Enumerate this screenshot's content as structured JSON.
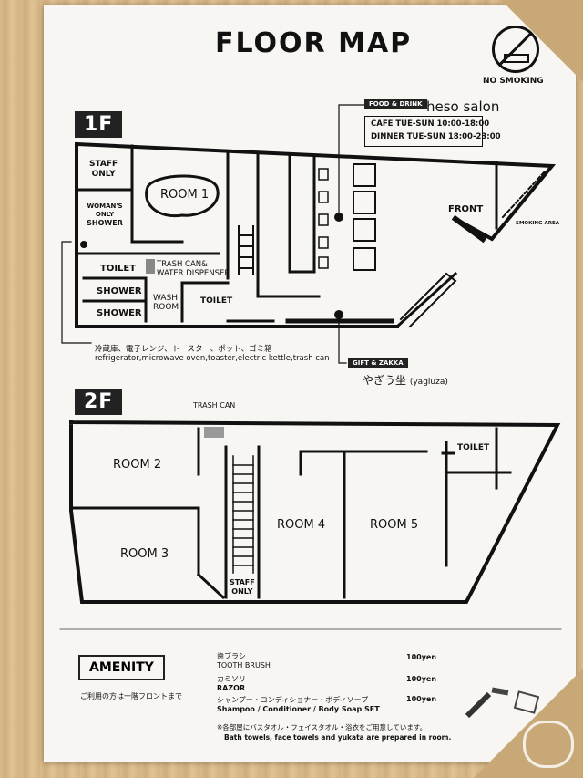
{
  "title": "FLOOR MAP",
  "no_smoking": "NO SMOKING",
  "floor1": {
    "badge": "1F",
    "food_tag": "FOOD & DRINK",
    "salon_name": "heso salon",
    "cafe_hours": "CAFE TUE-SUN 10:00-18:00",
    "dinner_hours": "DINNER TUE-SUN 18:00-23:00",
    "rooms": {
      "staff_only": [
        "STAFF",
        "ONLY"
      ],
      "room1": "ROOM 1",
      "womans_shower": [
        "WOMAN'S",
        "ONLY",
        "SHOWER"
      ],
      "toilet_left": "TOILET",
      "trash_water": [
        "TRASH CAN&",
        "WATER DISPENSER"
      ],
      "shower_1": "SHOWER",
      "shower_2": "SHOWER",
      "wash_room": [
        "WASH",
        "ROOM"
      ],
      "toilet_mid": "TOILET",
      "front": "FRONT",
      "smoking_area": "SMOKING AREA"
    },
    "appliances_jp": "冷蔵庫、電子レンジ、トースター、ポット、ゴミ箱",
    "appliances_en": "refrigerator,microwave oven,toaster,electric kettle,trash can",
    "gift_tag": "GIFT & ZAKKA",
    "gift_name": "やぎう坐",
    "gift_name_romaji": "(yagiuza)"
  },
  "floor2": {
    "badge": "2F",
    "trash_can": "TRASH CAN",
    "room2": "ROOM 2",
    "room3": "ROOM 3",
    "room4": "ROOM 4",
    "room5": "ROOM 5",
    "toilet": "TOILET",
    "staff_only": [
      "STAFF",
      "ONLY"
    ]
  },
  "amenity": {
    "title": "AMENITY",
    "note_jp": "ご利用の方は一階フロントまで",
    "items": [
      {
        "jp": "歯ブラシ",
        "en": "TOOTH BRUSH",
        "price": "100yen"
      },
      {
        "jp": "カミソリ",
        "en": "RAZOR",
        "price": "100yen"
      },
      {
        "jp": "シャンプー・コンディショナー・ボディソープ",
        "en": "Shampoo / Conditioner / Body Soap  SET",
        "price": "100yen"
      }
    ],
    "footnote_jp": "※各部屋にバスタオル・フェイスタオル・浴衣をご用意しています。",
    "footnote_en": "Bath towels, face towels and yukata are prepared in room."
  },
  "icons": [
    "no-smoking-icon",
    "stairs-icon",
    "toothbrush-icon",
    "razor-icon",
    "soap-icon",
    "logo-watermark-icon"
  ]
}
